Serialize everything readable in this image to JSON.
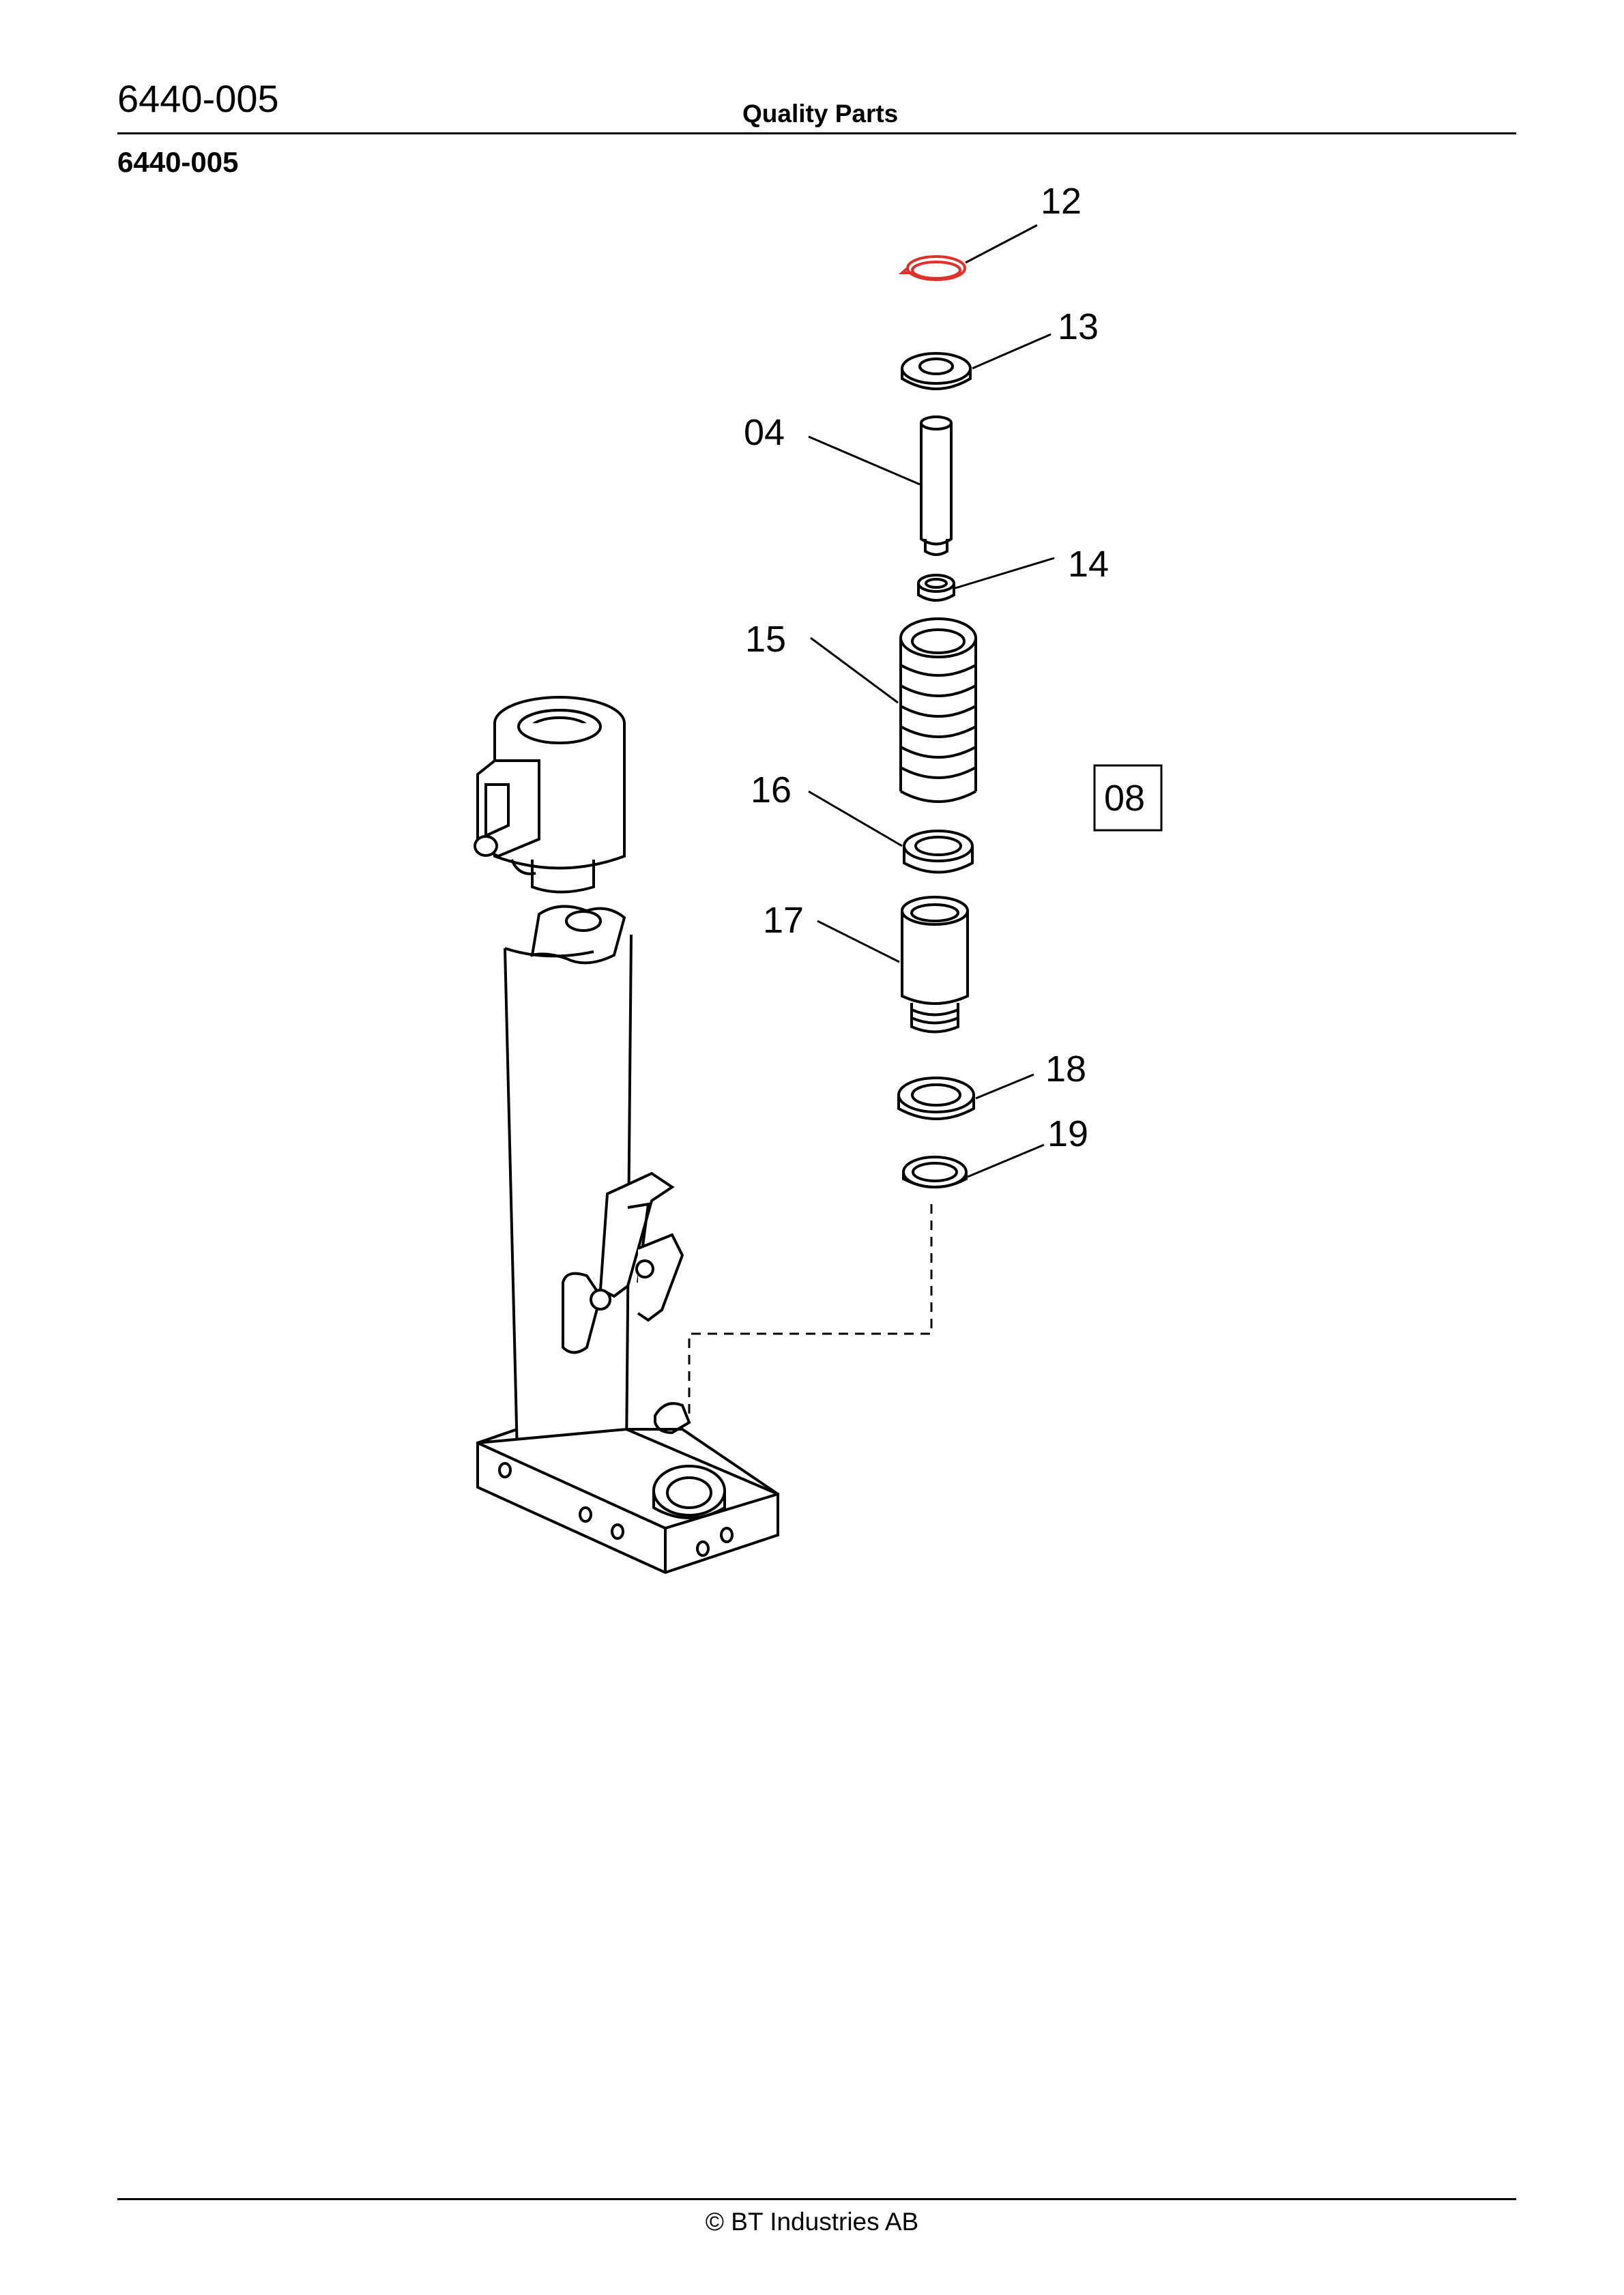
{
  "header": {
    "doc_number": "6440-005",
    "brand": "Quality Parts",
    "subtitle": "6440-005"
  },
  "diagram": {
    "callouts": [
      "12",
      "13",
      "04",
      "14",
      "15",
      "16",
      "17",
      "18",
      "19"
    ],
    "group_box_label": "08",
    "highlight_color": "#e0302a"
  },
  "footer": {
    "copyright": "© BT Industries AB"
  }
}
